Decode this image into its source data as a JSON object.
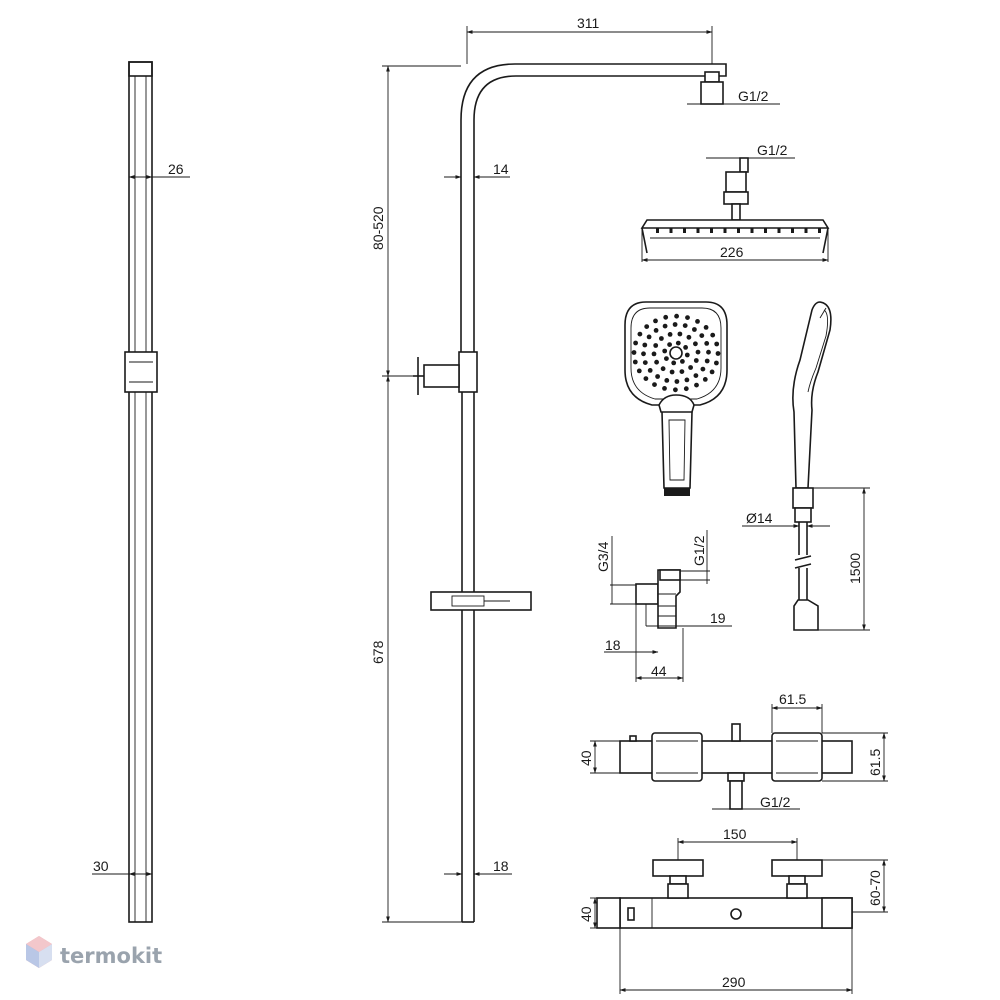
{
  "brand": {
    "name": "termokit",
    "logo_icon": "hexagon-cube-icon"
  },
  "dimensions": {
    "rail_width": "26",
    "rail_base_width": "30",
    "arm_length": "311",
    "adjust_height": "80-520",
    "pipe_width": "14",
    "lower_length": "678",
    "pipe_base_width": "18",
    "arm_thread": "G1/2",
    "head_thread": "G1/2",
    "head_width": "226",
    "hose_diameter": "Ø14",
    "hose_length": "1500",
    "elbow_inlet": "G3/4",
    "elbow_outlet": "G1/2",
    "elbow_offset_a": "19",
    "elbow_offset_b": "18",
    "elbow_depth": "44",
    "mixer_top_spacing": "61.5",
    "mixer_side_height": "61.5",
    "mixer_top_depth": "40",
    "mixer_outlet": "G1/2",
    "mixer_inlet_spacing": "150",
    "mixer_inlet_range": "60-70",
    "mixer_front_height": "40",
    "mixer_length": "290"
  }
}
